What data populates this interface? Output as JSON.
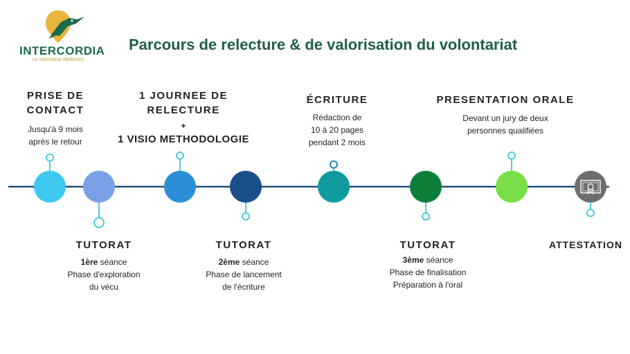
{
  "brand": {
    "name": "INTERCORDIA",
    "tagline": "Le volontariat diplômant",
    "green": "#1b6a4a",
    "gold": "#c9a13c"
  },
  "title": "Parcours de relecture & de valorisation du volontariat",
  "top_stages": [
    {
      "title_lines": [
        "PRISE DE",
        "CONTACT"
      ],
      "desc_lines": [
        "Jusqu'à 9 mois",
        "après le retour"
      ]
    },
    {
      "title_lines": [
        "1 JOURNEE DE",
        "RELECTURE"
      ],
      "plus": "+",
      "extra": "1 VISIO METHODOLOGIE"
    },
    {
      "title_lines": [
        "ÉCRITURE"
      ],
      "desc_lines": [
        "Rédaction de",
        "10 à 20 pages",
        "pendant 2 mois"
      ]
    },
    {
      "title_lines": [
        "PRESENTATION ORALE"
      ],
      "desc_lines": [
        "Devant un jury de deux",
        "personnes qualifiées"
      ]
    }
  ],
  "bottom_stages": [
    {
      "title": "TUTORAT",
      "session_bold": "1ère",
      "session_rest": " séance",
      "desc_lines": [
        "Phase d'exploration",
        "du vécu"
      ]
    },
    {
      "title": "TUTORAT",
      "session_bold": "2ème",
      "session_rest": " séance",
      "desc_lines": [
        "Phase de lancement",
        "de l'écriture"
      ]
    },
    {
      "title": "TUTORAT",
      "session_bold": "3ème",
      "session_rest": " séance",
      "desc_lines": [
        "Phase de finalisation",
        "Préparation à l'oral"
      ]
    },
    {
      "title": "ATTESTATION"
    }
  ],
  "timeline_nodes": [
    {
      "color": "#3cc8ef",
      "connector": "up"
    },
    {
      "color": "#7aa0e8",
      "connector": "down"
    },
    {
      "color": "#2a8fd6",
      "connector": "up"
    },
    {
      "color": "#1a4f8c",
      "connector": "down"
    },
    {
      "color": "#0f9aa0",
      "connector": "up"
    },
    {
      "color": "#0e7f3a",
      "connector": "down"
    },
    {
      "color": "#78e046",
      "connector": "up"
    },
    {
      "color": "#6e6e6e",
      "connector": "down",
      "icon": "certificate-icon"
    }
  ],
  "line_color": "#1f4e79",
  "connector_color": "#3fc6d9"
}
